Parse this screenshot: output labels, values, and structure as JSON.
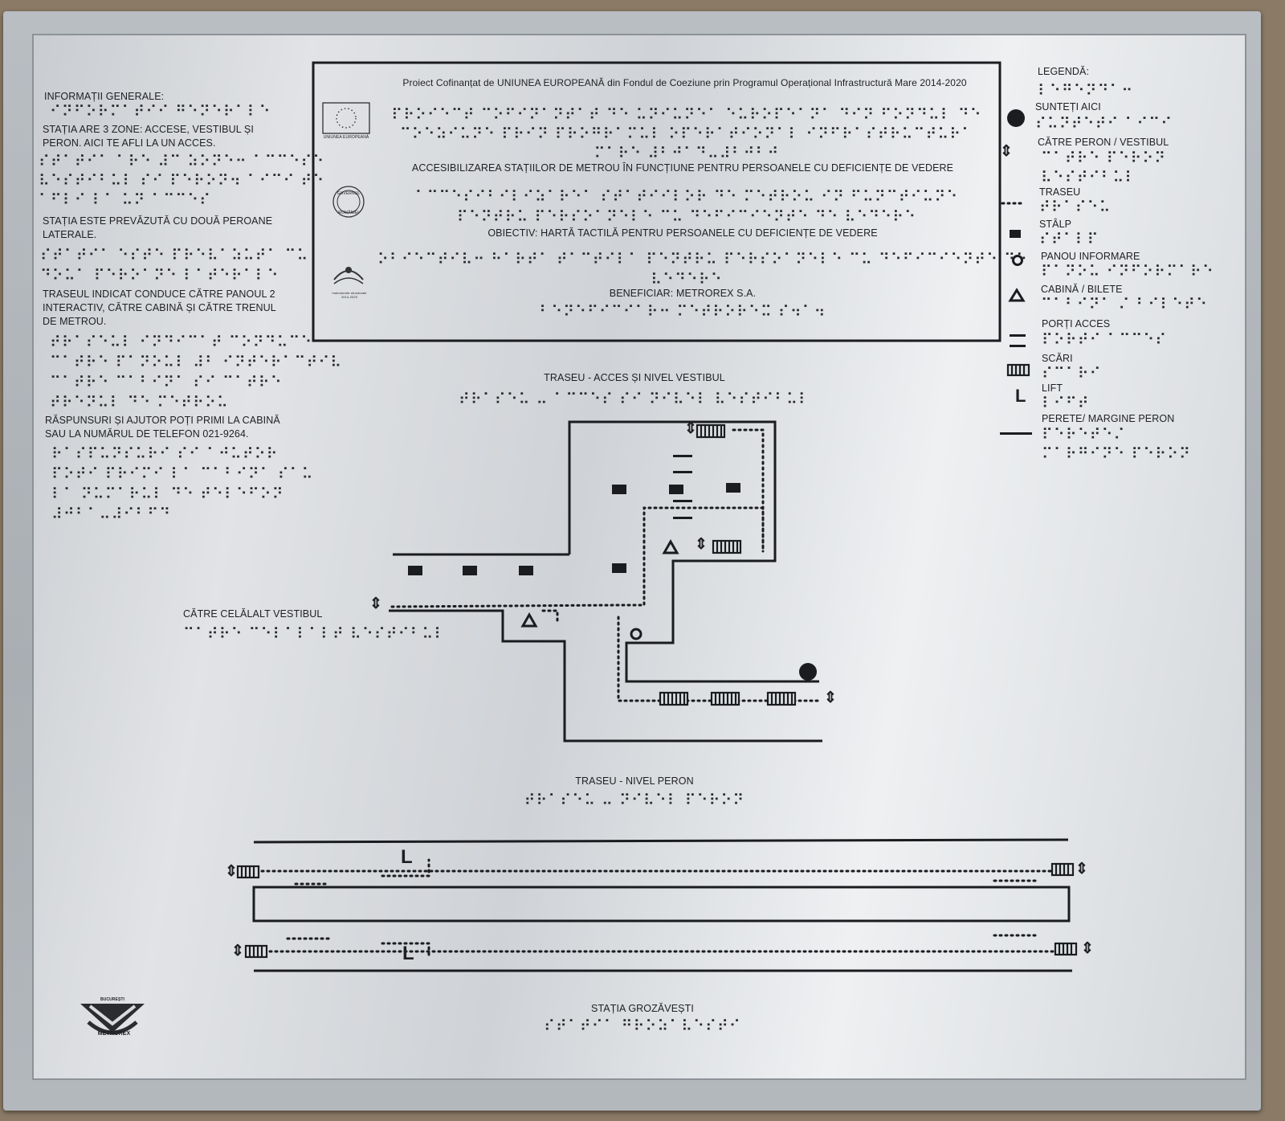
{
  "info": {
    "heading": "INFORMAȚII GENERALE:",
    "braille_heading": "⠊⠝⠋⠕⠗⠍⠁⠞⠊⠊ ⠛⠑⠝⠑⠗⠁⠇⠑",
    "zones": "STAȚIA ARE 3 ZONE: ACCESE, VESTIBUL ȘI PERON. AICI TE AFLI LA UN ACCES.",
    "braille_zones": [
      "⠎⠞⠁⠞⠊⠁ ⠁⠗⠑ ⠼⠉ ⠵⠕⠝⠑⠒ ⠁⠉⠉⠑⠎⠑",
      "⠧⠑⠎⠞⠊⠃⠥⠇ ⠎⠊ ⠏⠑⠗⠕⠝⠲ ⠁⠊⠉⠊ ⠞⠑",
      "⠁⠋⠇⠊ ⠇⠁ ⠥⠝ ⠁⠉⠉⠑⠎"
    ],
    "platforms": "STAȚIA ESTE PREVĂZUTĂ CU DOUĂ PEROANE LATERALE.",
    "braille_platforms": [
      "⠎⠞⠁⠞⠊⠁ ⠑⠎⠞⠑ ⠏⠗⠑⠧⠁⠵⠥⠞⠁ ⠉⠥",
      "⠙⠕⠥⠁ ⠏⠑⠗⠕⠁⠝⠑ ⠇⠁⠞⠑⠗⠁⠇⠑"
    ],
    "route": "TRASEUL INDICAT  CONDUCE CĂTRE PANOUL 2 INTERACTIV, CĂTRE CABINĂ  ȘI CĂTRE TRENUL DE METROU.",
    "braille_route": [
      "⠞⠗⠁⠎⠑⠥⠇ ⠊⠝⠙⠊⠉⠁⠞ ⠉⠕⠝⠙⠥⠉⠑",
      "⠉⠁⠞⠗⠑ ⠏⠁⠝⠕⠥⠇ ⠼⠃ ⠊⠝⠞⠑⠗⠁⠉⠞⠊⠧",
      "⠉⠁⠞⠗⠑ ⠉⠁⠃⠊⠝⠁ ⠎⠊ ⠉⠁⠞⠗⠑",
      "⠞⠗⠑⠝⠥⠇ ⠙⠑ ⠍⠑⠞⠗⠕⠥"
    ],
    "help": "RĂSPUNSURI ȘI AJUTOR POȚI PRIMI LA CABINĂ SAU LA NUMĂRUL DE TELEFON 021-9264.",
    "braille_help": [
      "⠗⠁⠎⠏⠥⠝⠎⠥⠗⠊ ⠎⠊ ⠁⠚⠥⠞⠕⠗",
      "⠏⠕⠞⠊ ⠏⠗⠊⠍⠊ ⠇⠁ ⠉⠁⠃⠊⠝⠁ ⠎⠁⠥",
      "⠇⠁ ⠝⠥⠍⠁⠗⠥⠇ ⠙⠑ ⠞⠑⠇⠑⠋⠕⠝",
      "⠼⠚⠃⠁⠤⠼⠊⠃⠋⠙"
    ]
  },
  "project": {
    "eu_line": "Proiect Cofinanțat de UNIUNEA EUROPEANĂ din Fondul de Coeziune prin Programul Operațional Infrastructură Mare 2014-2020",
    "eu_braille": [
      "⠏⠗⠕⠊⠑⠉⠞ ⠉⠕⠋⠊⠝⠁⠝⠞⠁⠞ ⠙⠑ ⠥⠝⠊⠥⠝⠑⠁ ⠑⠥⠗⠕⠏⠑⠁⠝⠁ ⠙⠊⠝ ⠋⠕⠝⠙⠥⠇ ⠙⠑",
      "⠉⠕⠑⠵⠊⠥⠝⠑ ⠏⠗⠊⠝ ⠏⠗⠕⠛⠗⠁⠍⠥⠇ ⠕⠏⠑⠗⠁⠞⠊⠕⠝⠁⠇ ⠊⠝⠋⠗⠁⠎⠞⠗⠥⠉⠞⠥⠗⠁",
      "⠍⠁⠗⠑ ⠼⠃⠚⠁⠙⠤⠼⠃⠚⠃⠚"
    ],
    "eu_logo_caption": "UNIUNEA EUROPEANĂ",
    "gov_logo_lines": [
      "GUVERNUL",
      "ROMÂNIEI"
    ],
    "programme_logo_caption": "Instrumente structurale 2014-2020",
    "accessibility": "ACCESIBILIZAREA STAȚIILOR DE METROU ÎN FUNCȚIUNE PENTRU PERSOANELE CU DEFICIENȚE DE VEDERE",
    "accessibility_braille": [
      "⠁⠉⠉⠑⠎⠊⠃⠊⠇⠊⠵⠁⠗⠑⠁ ⠎⠞⠁⠞⠊⠊⠇⠕⠗ ⠙⠑ ⠍⠑⠞⠗⠕⠥ ⠊⠝ ⠋⠥⠝⠉⠞⠊⠥⠝⠑",
      "⠏⠑⠝⠞⠗⠥ ⠏⠑⠗⠎⠕⠁⠝⠑⠇⠑ ⠉⠥ ⠙⠑⠋⠊⠉⠊⠑⠝⠞⠑ ⠙⠑ ⠧⠑⠙⠑⠗⠑"
    ],
    "objective": "OBIECTIV: HARTĂ TACTILĂ PENTRU PERSOANELE CU DEFICIENȚE DE VEDERE",
    "objective_braille": [
      "⠕⠃⠊⠑⠉⠞⠊⠧⠒ ⠓⠁⠗⠞⠁ ⠞⠁⠉⠞⠊⠇⠁ ⠏⠑⠝⠞⠗⠥ ⠏⠑⠗⠎⠕⠁⠝⠑⠇⠑ ⠉⠥ ⠙⠑⠋⠊⠉⠊⠑⠝⠞⠑ ⠙⠑",
      "⠧⠑⠙⠑⠗⠑"
    ],
    "beneficiary": "BENEFICIAR: METROREX S.A.",
    "beneficiary_braille": "⠃⠑⠝⠑⠋⠊⠉⠊⠁⠗⠒ ⠍⠑⠞⠗⠕⠗⠑⠭ ⠎⠲⠁⠲"
  },
  "legend": {
    "title": "LEGENDĂ:",
    "title_braille": "⠇⠑⠛⠑⠝⠙⠁⠒",
    "items": [
      {
        "label": "SUNTEȚI AICI",
        "braille": [
          "⠎⠥⠝⠞⠑⠞⠊ ⠁⠊⠉⠊"
        ],
        "icon": "you-are-here-dot"
      },
      {
        "label": "CĂTRE PERON / VESTIBUL",
        "braille": [
          "⠉⠁⠞⠗⠑ ⠏⠑⠗⠕⠝",
          "⠧⠑⠎⠞⠊⠃⠥⠇"
        ],
        "icon": "direction-arrows"
      },
      {
        "label": "TRASEU",
        "braille": [
          "⠞⠗⠁⠎⠑⠥"
        ],
        "icon": "dotted-route"
      },
      {
        "label": "STÂLP",
        "braille": [
          "⠎⠞⠁⠇⠏"
        ],
        "icon": "pillar-square"
      },
      {
        "label": "PANOU  INFORMARE",
        "braille": [
          "⠏⠁⠝⠕⠥ ⠊⠝⠋⠕⠗⠍⠁⠗⠑"
        ],
        "icon": "info-panel-circle"
      },
      {
        "label": "CABINĂ / BILETE",
        "braille": [
          "⠉⠁⠃⠊⠝⠁ ⠌ ⠃⠊⠇⠑⠞⠑"
        ],
        "icon": "ticket-triangle"
      },
      {
        "label": "PORȚI ACCES",
        "braille": [
          "⠏⠕⠗⠞⠊ ⠁⠉⠉⠑⠎"
        ],
        "icon": "gates-lines"
      },
      {
        "label": "SCĂRI",
        "braille": [
          "⠎⠉⠁⠗⠊"
        ],
        "icon": "stairs"
      },
      {
        "label": "LIFT",
        "braille": [
          "⠇⠊⠋⠞"
        ],
        "icon": "lift-L"
      },
      {
        "label": "PERETE/ MARGINE PERON",
        "braille": [
          "⠏⠑⠗⠑⠞⠑⠌",
          "⠍⠁⠗⠛⠊⠝⠑ ⠏⠑⠗⠕⠝"
        ],
        "icon": "wall-line"
      }
    ]
  },
  "map": {
    "vestibule_title": "TRASEU - ACCES ȘI NIVEL VESTIBUL",
    "vestibule_braille": "⠞⠗⠁⠎⠑⠥ ⠤ ⠁⠉⠉⠑⠎ ⠎⠊ ⠝⠊⠧⠑⠇ ⠧⠑⠎⠞⠊⠃⠥⠇",
    "other_vestibule": "CĂTRE CELĂLALT VESTIBUL",
    "other_vestibule_braille": "⠉⠁⠞⠗⠑ ⠉⠑⠇⠁⠇⠁⠇⠞ ⠧⠑⠎⠞⠊⠃⠥⠇",
    "platform_title": "TRASEU - NIVEL PERON",
    "platform_braille": "⠞⠗⠁⠎⠑⠥ ⠤ ⠝⠊⠧⠑⠇ ⠏⠑⠗⠕⠝",
    "station_name": "STAȚIA GROZĂVEȘTI",
    "station_braille": "⠎⠞⠁⠞⠊⠁ ⠛⠗⠕⠵⠁⠧⠑⠎⠞⠊",
    "logo_lines": [
      "BUCUREȘTI",
      "METROREX"
    ],
    "glyph_arrows": "⇕",
    "glyph_lift": "L"
  }
}
